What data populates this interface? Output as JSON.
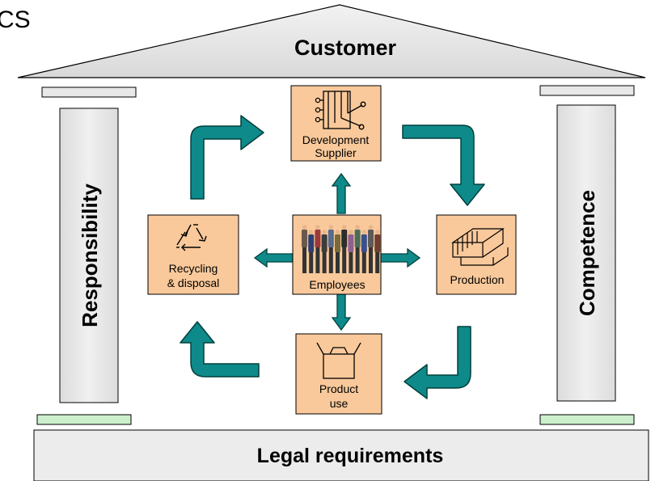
{
  "corner_fragment": "CS",
  "roof": {
    "label": "Customer"
  },
  "pillars": {
    "left": "Responsibility",
    "right": "Competence"
  },
  "foundation": {
    "label": "Legal requirements"
  },
  "boxes": {
    "development": {
      "line1": "Development",
      "line2": "Supplier"
    },
    "production": {
      "line1": "Production"
    },
    "product_use": {
      "line1": "Product",
      "line2": "use"
    },
    "recycling": {
      "line1": "Recycling",
      "line2": "& disposal"
    },
    "employees": {
      "line1": "Employees"
    }
  },
  "colors": {
    "box_fill": "#f9c99b",
    "pillar_fill": "#e6e6e6",
    "arrow_teal": "#0e8a8a",
    "base_green": "#ccf0cc"
  }
}
